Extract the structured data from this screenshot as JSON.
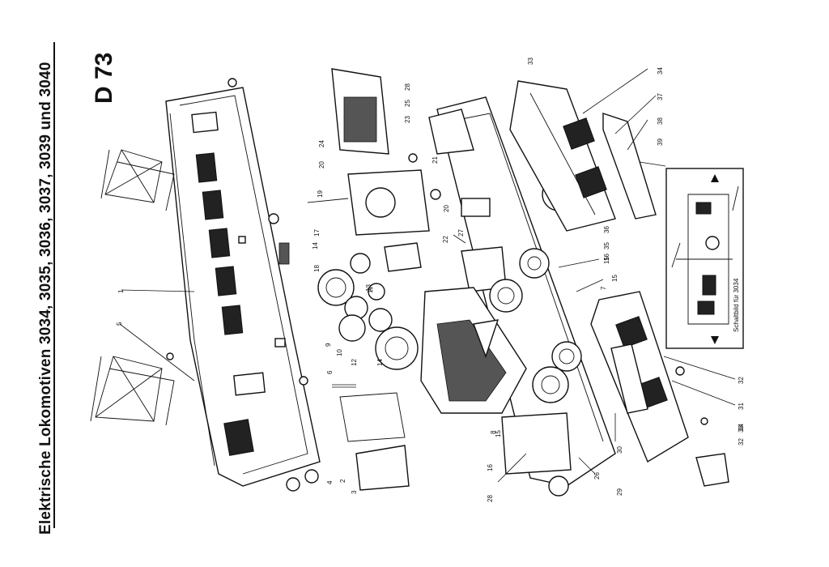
{
  "header": {
    "title": "Elektrische Lokomotiven 3034, 3035, 3036, 3037, 3039 und 3040",
    "sheet_code": "D 73"
  },
  "schematic": {
    "label": "Schaltbild für 3034"
  },
  "part_numbers": [
    "1",
    "2",
    "3",
    "4",
    "5",
    "6",
    "7",
    "8",
    "9",
    "10",
    "11",
    "12",
    "13",
    "14",
    "14",
    "15",
    "15",
    "15",
    "16",
    "16",
    "17",
    "18",
    "19",
    "20",
    "20",
    "21",
    "22",
    "23",
    "24",
    "25",
    "26",
    "27",
    "28",
    "28",
    "29",
    "30",
    "31",
    "32",
    "32",
    "33",
    "33",
    "34",
    "34",
    "35",
    "36",
    "37",
    "38",
    "39"
  ]
}
